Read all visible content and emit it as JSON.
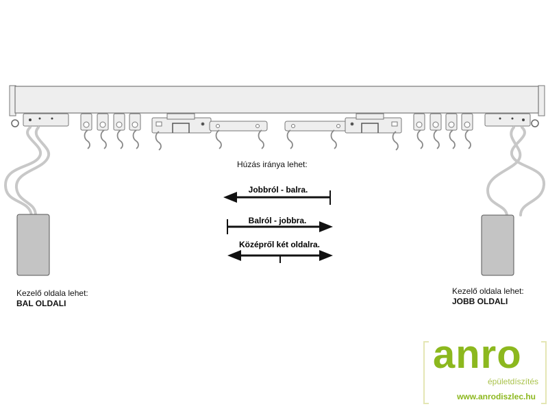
{
  "direction_title": "Húzás iránya lehet:",
  "arrows": [
    {
      "label": "Jobbról - balra."
    },
    {
      "label": "Balról - jobbra."
    },
    {
      "label": "Középről két oldalra."
    }
  ],
  "left_side": {
    "caption": "Kezelő oldala lehet:",
    "value": "BAL OLDALI"
  },
  "right_side": {
    "caption": "Kezelő oldala lehet:",
    "value": "JOBB OLDALI"
  },
  "logo": {
    "word": "anro",
    "tagline": "épületdíszítés",
    "url": "www.anrodiszlec.hu"
  },
  "colors": {
    "rail": "#eeeeee",
    "outline": "#777777",
    "cord": "#c8c8c8",
    "weight": "#c4c4c4",
    "logo_green": "#8cb81e"
  }
}
